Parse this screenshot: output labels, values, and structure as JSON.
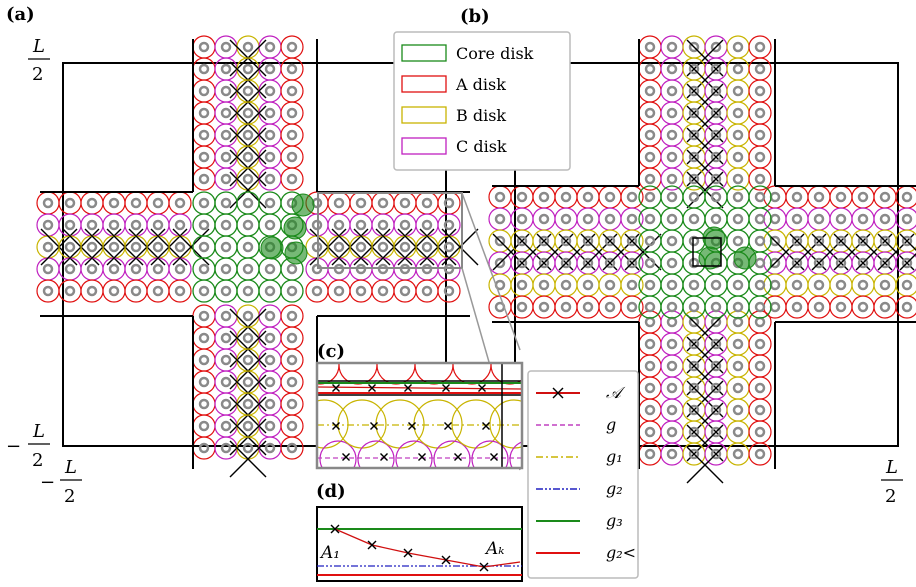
{
  "panels": {
    "a": "(a)",
    "b": "(b)",
    "c": "(c)",
    "d": "(d)"
  },
  "axes": {
    "L": "L",
    "two": "2",
    "minus": "−"
  },
  "legend_disks": [
    {
      "label": "Core disk",
      "color": "#1a8a1a"
    },
    {
      "label": "A disk",
      "color": "#e01010"
    },
    {
      "label": "B disk",
      "color": "#c8b400"
    },
    {
      "label": "C disk",
      "color": "#c020c0"
    }
  ],
  "legend_lines": [
    {
      "label": "𝒜",
      "color": "#d01010",
      "style": "solid-cross"
    },
    {
      "label": "g",
      "color": "#c040c0",
      "style": "dashed"
    },
    {
      "label": "g₁",
      "color": "#c8b400",
      "style": "dashdot"
    },
    {
      "label": "g₂",
      "color": "#2020c0",
      "style": "dashdotdot"
    },
    {
      "label": "g₃",
      "color": "#1a8a1a",
      "style": "solid"
    },
    {
      "label": "g₂<",
      "color": "#e01010",
      "style": "solid"
    }
  ],
  "inset_d": {
    "a1": "A₁",
    "ak": "Aₖ"
  },
  "colors": {
    "core": "#1a8a1a",
    "a": "#e01010",
    "b": "#c8b400",
    "c": "#c020c0",
    "grey": "#8a8a8a"
  }
}
